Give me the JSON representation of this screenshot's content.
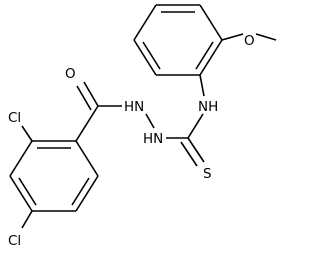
{
  "molecule": {
    "atom_labels": {
      "o_carbonyl": "O",
      "nh_hydrazide_1": "HN",
      "nh_hydrazide_2": "HN",
      "nh_anilino": "NH",
      "s_thione": "S",
      "o_methoxy": "O",
      "cl_ortho": "Cl",
      "cl_para": "Cl"
    }
  }
}
